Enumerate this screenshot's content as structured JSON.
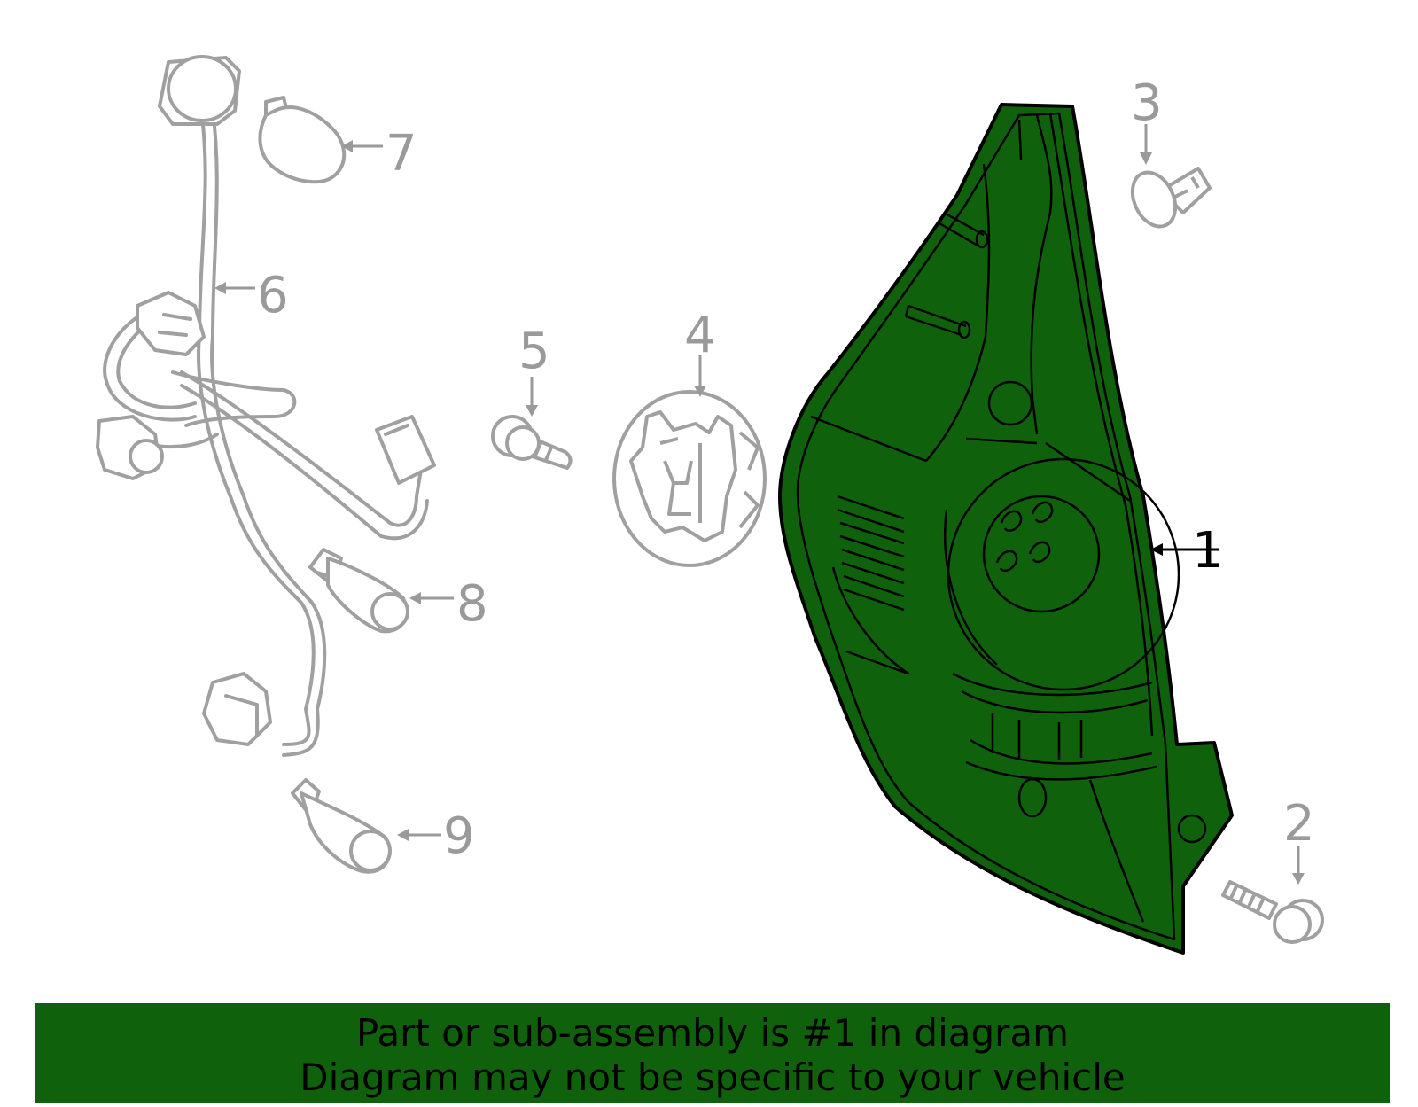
{
  "colors": {
    "highlight_fill": "#0f610b",
    "highlight_stroke": "#000000",
    "part_stroke": "#a0a0a0",
    "callout_gray": "#9a9a9a",
    "callout_main": "#000000",
    "banner_bg": "#0f610b"
  },
  "callouts": [
    {
      "id": "1",
      "label": "1",
      "highlighted": true
    },
    {
      "id": "2",
      "label": "2",
      "highlighted": false
    },
    {
      "id": "3",
      "label": "3",
      "highlighted": false
    },
    {
      "id": "4",
      "label": "4",
      "highlighted": false
    },
    {
      "id": "5",
      "label": "5",
      "highlighted": false
    },
    {
      "id": "6",
      "label": "6",
      "highlighted": false
    },
    {
      "id": "7",
      "label": "7",
      "highlighted": false
    },
    {
      "id": "8",
      "label": "8",
      "highlighted": false
    },
    {
      "id": "9",
      "label": "9",
      "highlighted": false
    }
  ],
  "banner": {
    "line1": "Part or sub-assembly is #1 in diagram",
    "line2": "Diagram may not be specific to your vehicle"
  }
}
